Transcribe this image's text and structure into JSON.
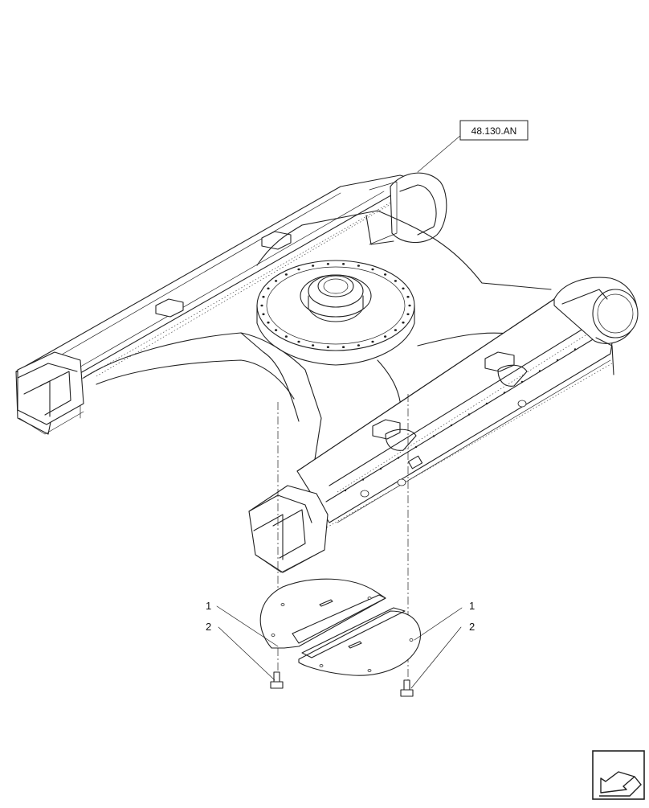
{
  "reference_label": "48.130.AN",
  "callouts": {
    "left_1": "1",
    "left_2": "2",
    "right_1": "1",
    "right_2": "2"
  },
  "icons": {
    "navigation": "arrow-icon"
  }
}
